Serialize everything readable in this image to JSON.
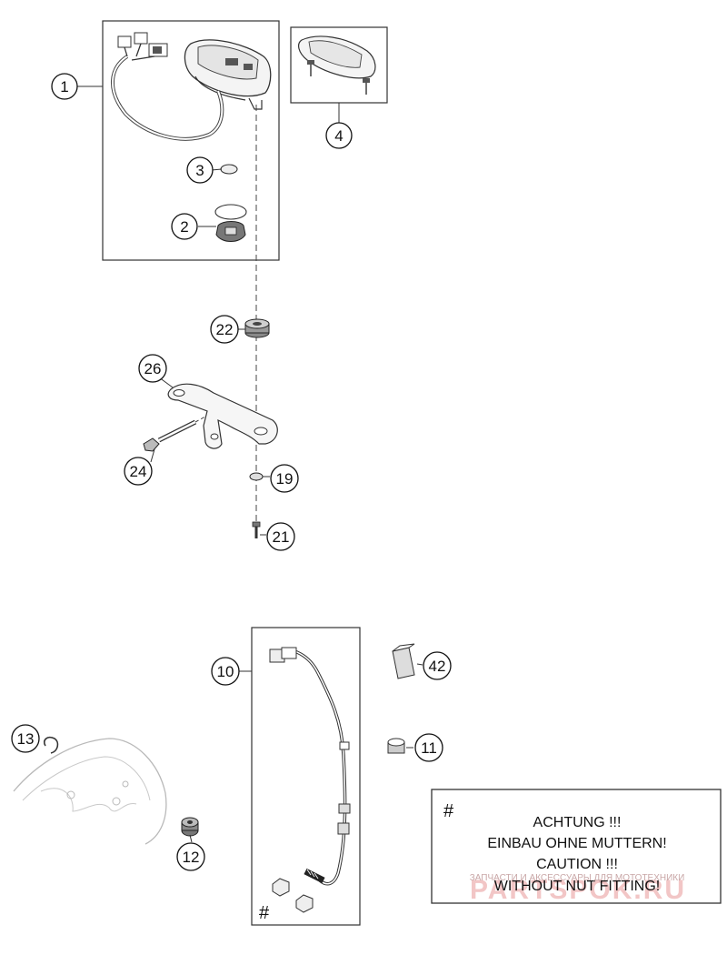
{
  "callouts": {
    "c1": "1",
    "c2": "2",
    "c3": "3",
    "c4": "4",
    "c10": "10",
    "c11": "11",
    "c12": "12",
    "c13": "13",
    "c19": "19",
    "c21": "21",
    "c22": "22",
    "c24": "24",
    "c26": "26",
    "c42": "42"
  },
  "hash_mark": "#",
  "notice": {
    "hash": "#",
    "line1": "ACHTUNG !!!",
    "line2": "EINBAU OHNE MUTTERN!",
    "line3": "CAUTION !!!",
    "line4": "WITHOUT NUT FITTING!"
  },
  "watermark": {
    "caption": "ЗАПЧАСТИ И АКСЕССУАРЫ ДЛЯ МОТОТЕХНИКИ",
    "brand": "PARTSPOK.RU"
  }
}
